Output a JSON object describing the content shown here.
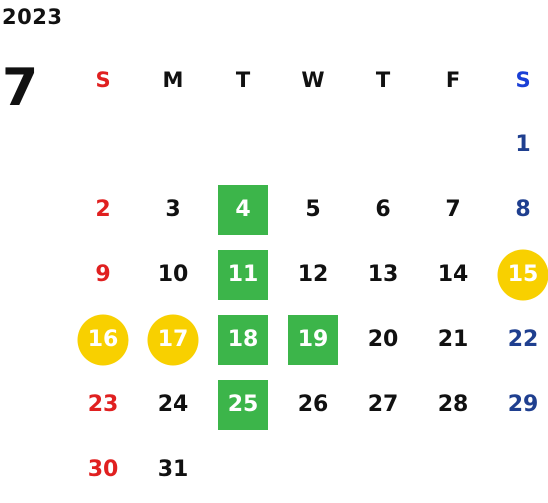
{
  "year": "2023",
  "month": "7",
  "colors": {
    "sunday": "#e02020",
    "saturday_header": "#1a3fd6",
    "saturday_day": "#1f3f8f",
    "weekday": "#111111",
    "green_highlight": "#3cb54a",
    "yellow_highlight": "#f8d000",
    "highlight_text": "#ffffff"
  },
  "weekday_headers": [
    {
      "label": "S",
      "kind": "sunday"
    },
    {
      "label": "M",
      "kind": "weekday"
    },
    {
      "label": "T",
      "kind": "weekday"
    },
    {
      "label": "W",
      "kind": "weekday"
    },
    {
      "label": "T",
      "kind": "weekday"
    },
    {
      "label": "F",
      "kind": "weekday"
    },
    {
      "label": "S",
      "kind": "saturday"
    }
  ],
  "days": [
    {
      "day": "1",
      "col": 6,
      "row": 0,
      "highlight": null
    },
    {
      "day": "2",
      "col": 0,
      "row": 1,
      "highlight": null
    },
    {
      "day": "3",
      "col": 1,
      "row": 1,
      "highlight": null
    },
    {
      "day": "4",
      "col": 2,
      "row": 1,
      "highlight": "green"
    },
    {
      "day": "5",
      "col": 3,
      "row": 1,
      "highlight": null
    },
    {
      "day": "6",
      "col": 4,
      "row": 1,
      "highlight": null
    },
    {
      "day": "7",
      "col": 5,
      "row": 1,
      "highlight": null
    },
    {
      "day": "8",
      "col": 6,
      "row": 1,
      "highlight": null
    },
    {
      "day": "9",
      "col": 0,
      "row": 2,
      "highlight": null
    },
    {
      "day": "10",
      "col": 1,
      "row": 2,
      "highlight": null
    },
    {
      "day": "11",
      "col": 2,
      "row": 2,
      "highlight": "green"
    },
    {
      "day": "12",
      "col": 3,
      "row": 2,
      "highlight": null
    },
    {
      "day": "13",
      "col": 4,
      "row": 2,
      "highlight": null
    },
    {
      "day": "14",
      "col": 5,
      "row": 2,
      "highlight": null
    },
    {
      "day": "15",
      "col": 6,
      "row": 2,
      "highlight": "yellow"
    },
    {
      "day": "16",
      "col": 0,
      "row": 3,
      "highlight": "yellow"
    },
    {
      "day": "17",
      "col": 1,
      "row": 3,
      "highlight": "yellow"
    },
    {
      "day": "18",
      "col": 2,
      "row": 3,
      "highlight": "green"
    },
    {
      "day": "19",
      "col": 3,
      "row": 3,
      "highlight": "green"
    },
    {
      "day": "20",
      "col": 4,
      "row": 3,
      "highlight": null
    },
    {
      "day": "21",
      "col": 5,
      "row": 3,
      "highlight": null
    },
    {
      "day": "22",
      "col": 6,
      "row": 3,
      "highlight": null
    },
    {
      "day": "23",
      "col": 0,
      "row": 4,
      "highlight": null
    },
    {
      "day": "24",
      "col": 1,
      "row": 4,
      "highlight": null
    },
    {
      "day": "25",
      "col": 2,
      "row": 4,
      "highlight": "green"
    },
    {
      "day": "26",
      "col": 3,
      "row": 4,
      "highlight": null
    },
    {
      "day": "27",
      "col": 4,
      "row": 4,
      "highlight": null
    },
    {
      "day": "28",
      "col": 5,
      "row": 4,
      "highlight": null
    },
    {
      "day": "29",
      "col": 6,
      "row": 4,
      "highlight": null
    },
    {
      "day": "30",
      "col": 0,
      "row": 5,
      "highlight": null
    },
    {
      "day": "31",
      "col": 1,
      "row": 5,
      "highlight": null
    }
  ]
}
